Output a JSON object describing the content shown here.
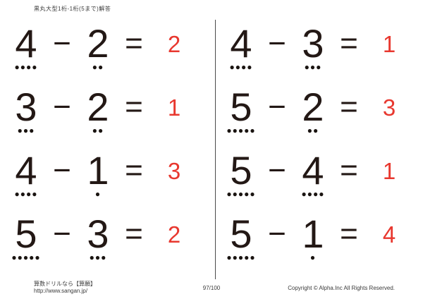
{
  "page": {
    "title": "黒丸大型1桁-1桁(5まで)解答"
  },
  "symbols": {
    "minus": "−",
    "equals": "="
  },
  "colors": {
    "ink": "#231815",
    "answer_red": "#e8382f"
  },
  "problems": [
    {
      "minuend": 4,
      "subtrahend": 2,
      "answer": 2
    },
    {
      "minuend": 3,
      "subtrahend": 2,
      "answer": 1
    },
    {
      "minuend": 4,
      "subtrahend": 1,
      "answer": 3
    },
    {
      "minuend": 5,
      "subtrahend": 3,
      "answer": 2
    },
    {
      "minuend": 4,
      "subtrahend": 3,
      "answer": 1
    },
    {
      "minuend": 5,
      "subtrahend": 2,
      "answer": 3
    },
    {
      "minuend": 5,
      "subtrahend": 4,
      "answer": 1
    },
    {
      "minuend": 5,
      "subtrahend": 1,
      "answer": 4
    }
  ],
  "footer": {
    "site_line1": "算数ドリルなら【算願】",
    "site_url": "http://www.sangan.jp/",
    "page_number": "97/100",
    "copyright": "Copyright © Alpha.Inc All Rights Reserved."
  }
}
